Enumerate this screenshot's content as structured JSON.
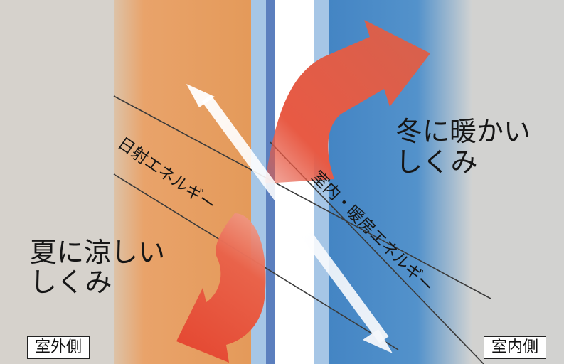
{
  "summer_heading": {
    "line1": "夏に涼しい",
    "line2": "しくみ"
  },
  "winter_heading": {
    "line1": "冬に暖かい",
    "line2": "しくみ"
  },
  "solar_energy_label": "日射エネルギー",
  "indoor_heating_energy_label": "室内・暖房エネルギー",
  "outdoor_side_label": "室外側",
  "indoor_side_label": "室内側",
  "colors": {
    "outdoor_wall": "#d6d2cc",
    "orange_layer": "#e8a060",
    "blue_layer": "#4a8cc8",
    "glass_light_blue": "#a6c6e6",
    "glass_dark_blue": "#5b7fbe",
    "heat_arrow": "#e8503a",
    "energy_arrow": "#ffffff"
  }
}
